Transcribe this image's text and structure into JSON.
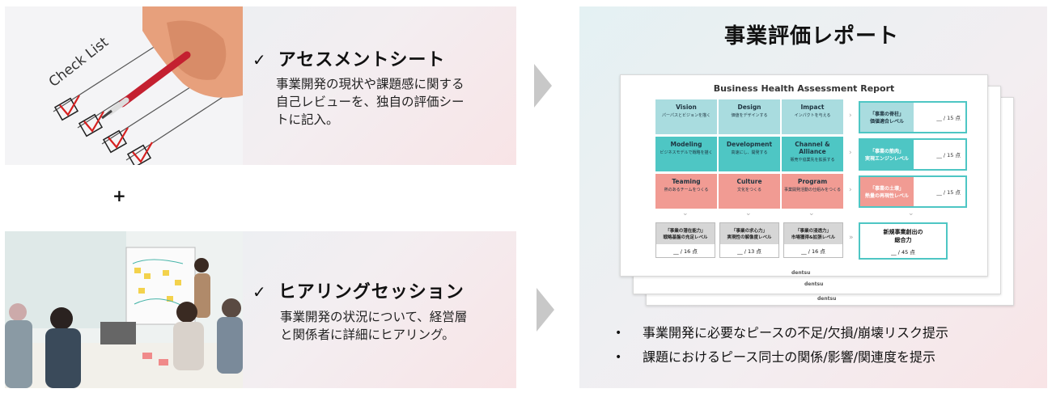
{
  "left": {
    "items": [
      {
        "check": "✓",
        "title": "アセスメントシート",
        "desc": [
          "事業開発の現状や課題感に関する",
          "自己レビューを、独自の評価シー",
          "トに記入。"
        ]
      },
      {
        "check": "✓",
        "title": "ヒアリングセッション",
        "desc": [
          "事業開発の状況について、経営層",
          "と関係者に詳細にヒアリング。"
        ]
      }
    ],
    "plus": "+",
    "photo1_text": "Check List"
  },
  "right": {
    "title": "事業評価レポート",
    "bullets": [
      "事業開発に必要なピースの不足/欠損/崩壊リスク提示",
      "課題におけるピース同士の関係/影響/関連度を提示"
    ],
    "report": {
      "title": "Business Health Assessment Report",
      "grid": [
        [
          {
            "n": "Vision",
            "s": "パーパスとビジョンを描く"
          },
          {
            "n": "Design",
            "s": "価値をデザインする"
          },
          {
            "n": "Impact",
            "s": "インパクトを与える"
          }
        ],
        [
          {
            "n": "Modeling",
            "s": "ビジネスモデルで戦略を描く"
          },
          {
            "n": "Development",
            "s": "高速にし、開発する"
          },
          {
            "n": "Channel & Alliance",
            "s": "販売や協業先を拡張する"
          }
        ],
        [
          {
            "n": "Teaming",
            "s": "熱のあるチームをつくる"
          },
          {
            "n": "Culture",
            "s": "文化をつくる"
          },
          {
            "n": "Program",
            "s": "事業開発活動の仕組みをつくる"
          }
        ]
      ],
      "results": [
        {
          "label": [
            "「事業の脊柱」",
            "価値適合レベル"
          ],
          "score": "__ / 15 点"
        },
        {
          "label": [
            "「事業の筋肉」",
            "実現エンジンレベル"
          ],
          "score": "__ / 15 点"
        },
        {
          "label": [
            "「事業の土壌」",
            "熱量の再現性レベル"
          ],
          "score": "__ / 15 点"
        }
      ],
      "bottoms": [
        {
          "label": [
            "「事業の潜在能力」",
            "戦略基盤の充足レベル"
          ],
          "score": "__ / 16 点"
        },
        {
          "label": [
            "「事業の求心力」",
            "実現性の解像度レベル"
          ],
          "score": "__ / 13 点"
        },
        {
          "label": [
            "「事業の浸透力」",
            "市場獲得&拡張レベル"
          ],
          "score": "__ / 16 点"
        }
      ],
      "total": {
        "label": [
          "新規事業創出の",
          "総合力"
        ],
        "score": "__ / 45 点"
      },
      "footer": "dentsu"
    }
  },
  "colors": {
    "teal_light": "#a9dcdf",
    "teal": "#4ec6c4",
    "pink": "#f19b93",
    "arrow": "#c8c8c8"
  }
}
